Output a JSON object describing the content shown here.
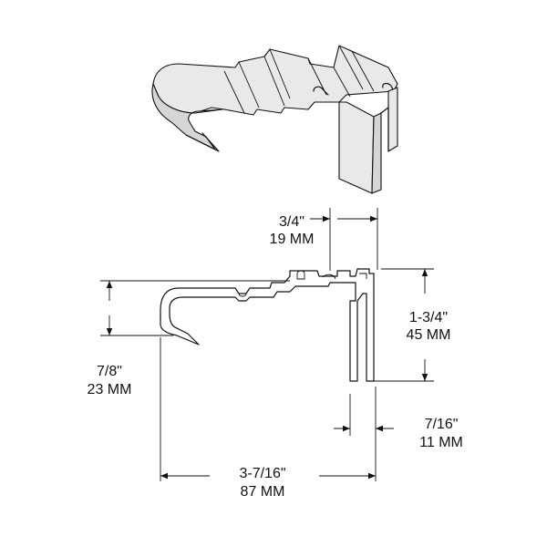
{
  "dimensions": {
    "top_width": {
      "imperial": "3/4\"",
      "metric": "19 MM"
    },
    "height": {
      "imperial": "1-3/4\"",
      "metric": "45 MM"
    },
    "nose_depth": {
      "imperial": "7/8\"",
      "metric": "23 MM"
    },
    "leg_width": {
      "imperial": "7/16\"",
      "metric": "11 MM"
    },
    "overall_width": {
      "imperial": "3-7/16\"",
      "metric": "87 MM"
    }
  }
}
